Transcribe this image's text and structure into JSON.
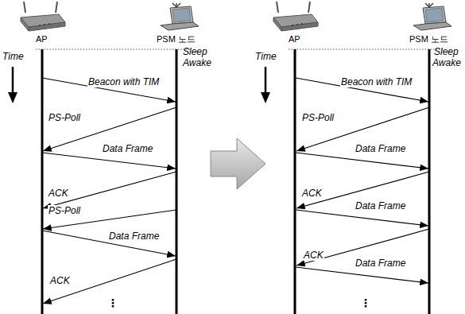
{
  "diagram": {
    "labels": [
      "AP",
      "PSM 노드",
      "Time",
      "Sleep",
      "Awake",
      "Beacon with TIM",
      "PS-Poll",
      "Data Frame",
      "ACK",
      "PS-Poll",
      "Data Frame",
      "ACK",
      "⋮",
      "AP",
      "PSM 노드",
      "Time",
      "Sleep",
      "Awake",
      "Beacon with TIM",
      "PS-Poll",
      "Data Frame",
      "ACK",
      "Data Frame",
      "ACK",
      "Data Frame",
      "⋮"
    ]
  }
}
